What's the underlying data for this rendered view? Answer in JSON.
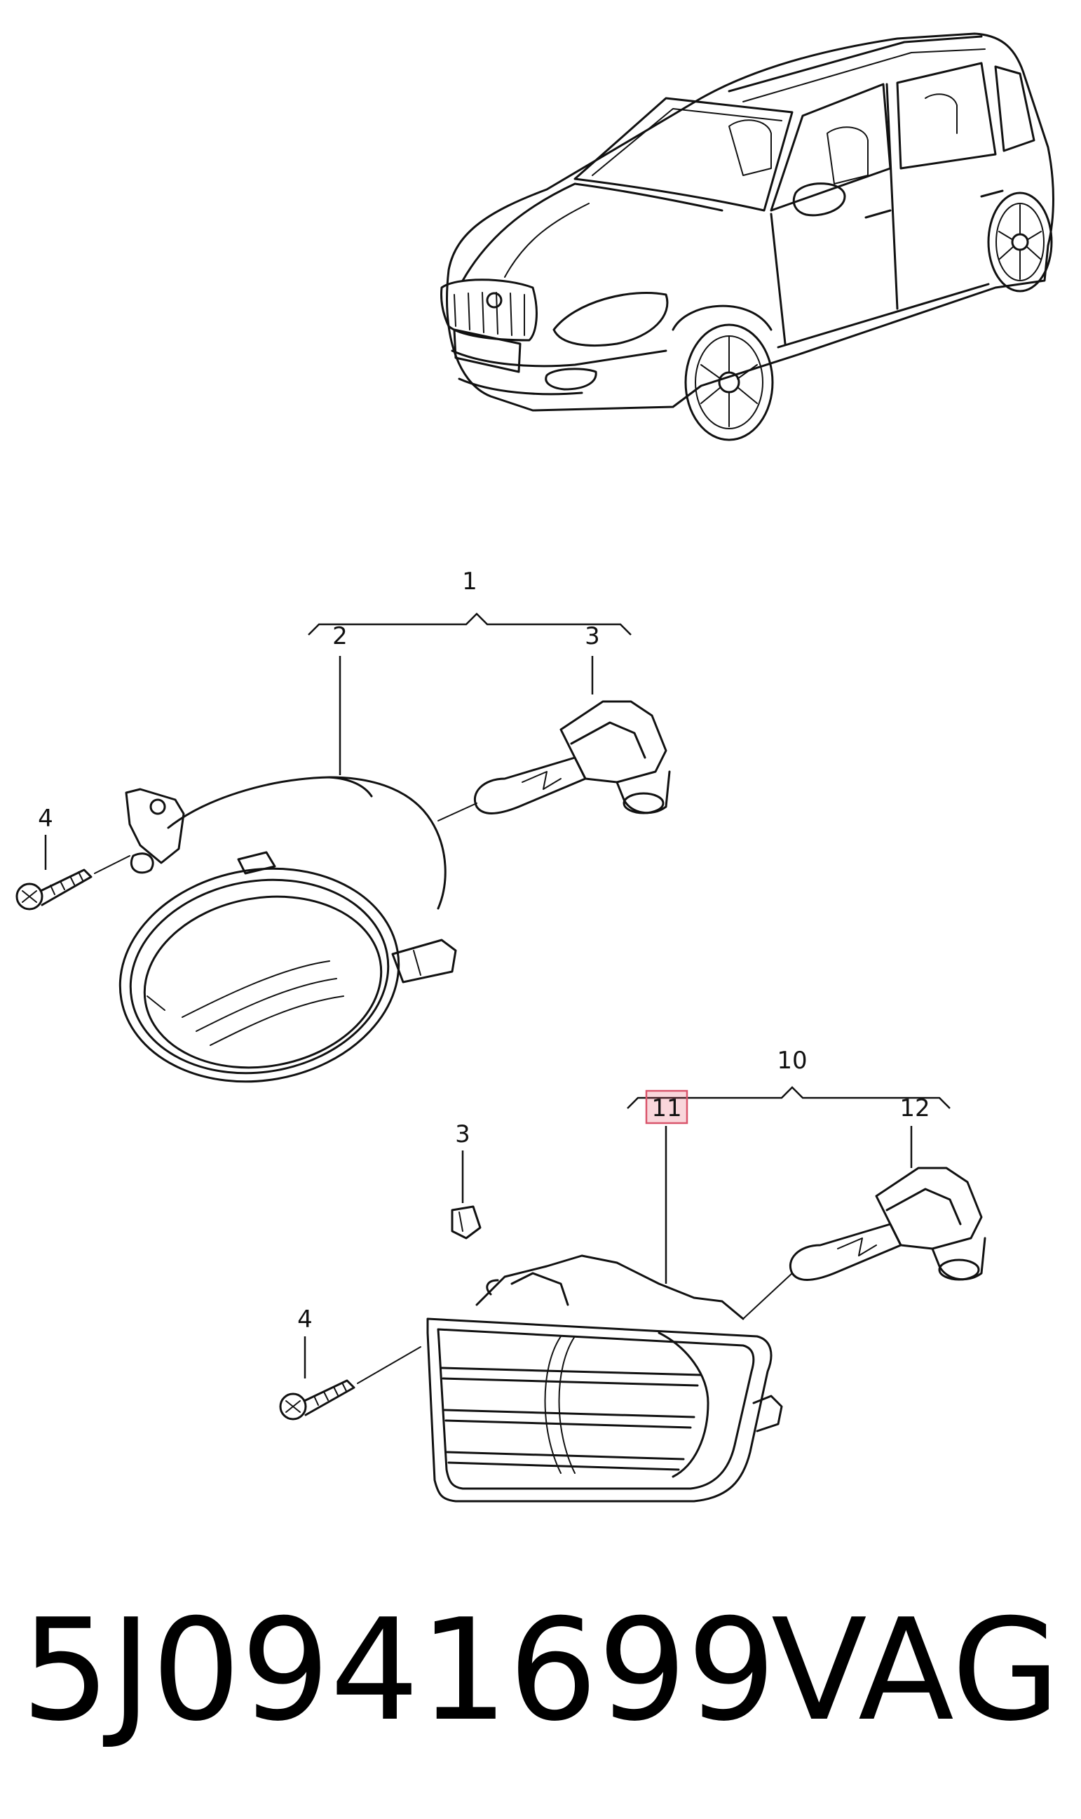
{
  "callouts": {
    "c1": "1",
    "c2": "2",
    "c3a": "3",
    "c4a": "4",
    "c10": "10",
    "c11": "11",
    "c12": "12",
    "c3b": "3",
    "c4b": "4"
  },
  "caption": {
    "part_number": "5J0941699",
    "brand": "VAG"
  },
  "colors": {
    "ink": "#111111",
    "highlight_fill": "#e65a6e",
    "highlight_stroke": "#d9546b"
  },
  "highlighted_callout": "11"
}
